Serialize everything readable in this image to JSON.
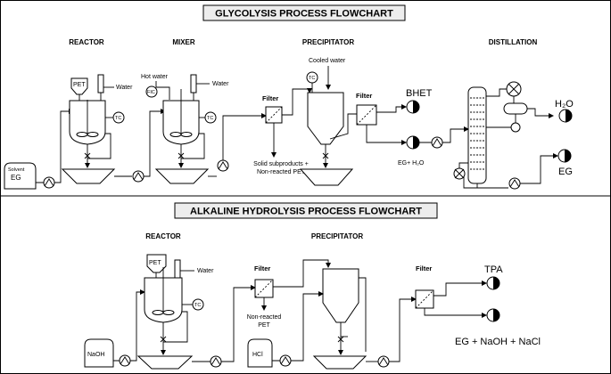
{
  "titles": {
    "glycolysis": "GLYCOLYSIS PROCESS FLOWCHART",
    "alkaline": "ALKALINE HYDROLYSIS PROCESS FLOWCHART"
  },
  "glycolysis": {
    "sections": {
      "reactor": "REACTOR",
      "mixer": "MIXER",
      "precipitator": "PRECIPITATOR",
      "distillation": "DISTILLATION"
    },
    "feeds": {
      "pet": "PET",
      "water_reactor": "Water",
      "hot_water": "Hot water",
      "water_mixer": "Water",
      "cooled_water": "Cooled water",
      "solvent_small": "Solvent",
      "solvent_eg": "EG"
    },
    "instruments": {
      "tc": "TC",
      "fic": "FIC"
    },
    "filters": {
      "filter": "Filter"
    },
    "outputs": {
      "solid_line1": "Solid subproducts +",
      "solid_line2": "Non-reacted PET",
      "eg_water": "EG+ H₂O"
    },
    "products": {
      "bhet": "BHET",
      "water": "H₂O",
      "eg": "EG"
    }
  },
  "alkaline": {
    "sections": {
      "reactor": "REACTOR",
      "precipitator": "PRECIPITATOR"
    },
    "feeds": {
      "pet": "PET",
      "water": "Water",
      "naoh": "NaOH",
      "hcl": "HCl"
    },
    "instruments": {
      "tc": "TC"
    },
    "filters": {
      "filter": "Filter"
    },
    "outputs": {
      "nonreacted_line1": "Non-reacted",
      "nonreacted_line2": "PET"
    },
    "products": {
      "tpa": "TPA",
      "mixture": "EG + NaOH + NaCl"
    }
  }
}
